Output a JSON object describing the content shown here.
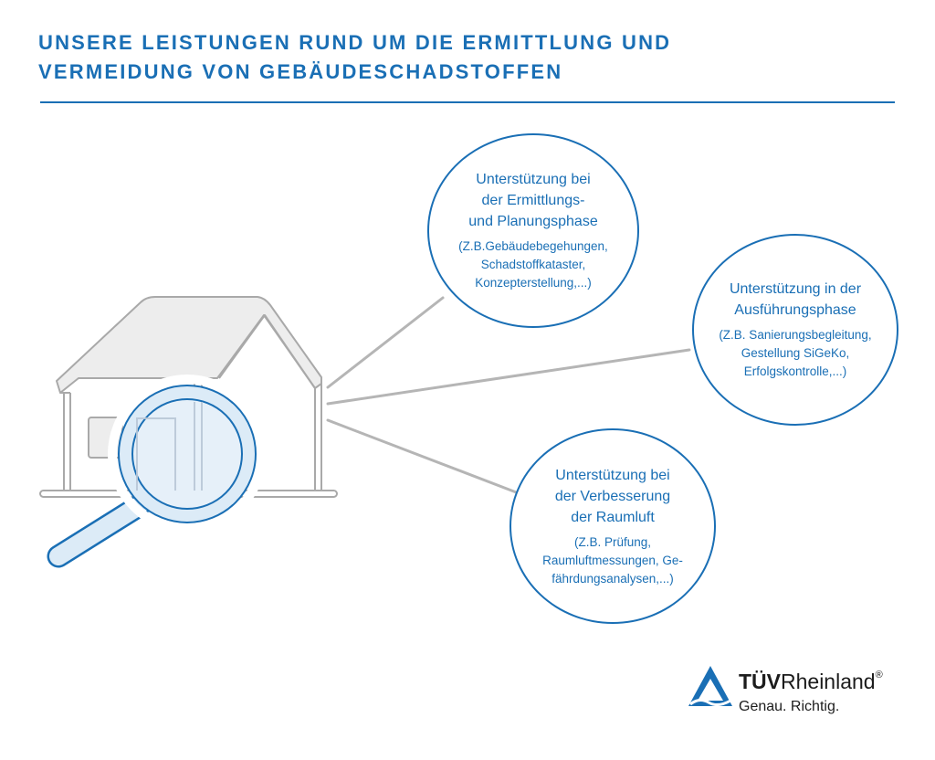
{
  "header": {
    "title_lines": [
      "Unsere Leistungen rund um die Ermittlung und",
      "Vermeidung von Gebäudeschadstoffen"
    ]
  },
  "bubbles": [
    {
      "title": "Unterstützung bei\nder Ermittlungs-\nund Planungsphase",
      "detail": "(Z.B.Gebäudebegehungen,\nSchadstoffkataster,\nKonzepterstellung,...)"
    },
    {
      "title": "Unterstützung in der\nAusführungsphase",
      "detail": "(Z.B. Sanierungsbegleitung,\nGestellung SiGeKo,\nErfolgskontrolle,...)"
    },
    {
      "title": "Unterstützung bei\nder Verbesserung\nder Raumluft",
      "detail": "(Z.B. Prüfung,\nRaumluftmessungen, Ge-\nfährdungsanalysen,...)"
    }
  ],
  "logo": {
    "brand_bold": "TÜV",
    "brand_regular": "Rheinland",
    "registered": "®",
    "tagline": "Genau. Richtig."
  },
  "colors": {
    "accent": "#1a6fb5",
    "house_stroke": "#a9a9a9",
    "house_fill": "#ededed",
    "connector": "#b5b5b5",
    "lens_fill": "#eaf2fa"
  },
  "icons": [
    "house-icon",
    "magnifier-icon",
    "tuv-triangle-logo-icon"
  ]
}
